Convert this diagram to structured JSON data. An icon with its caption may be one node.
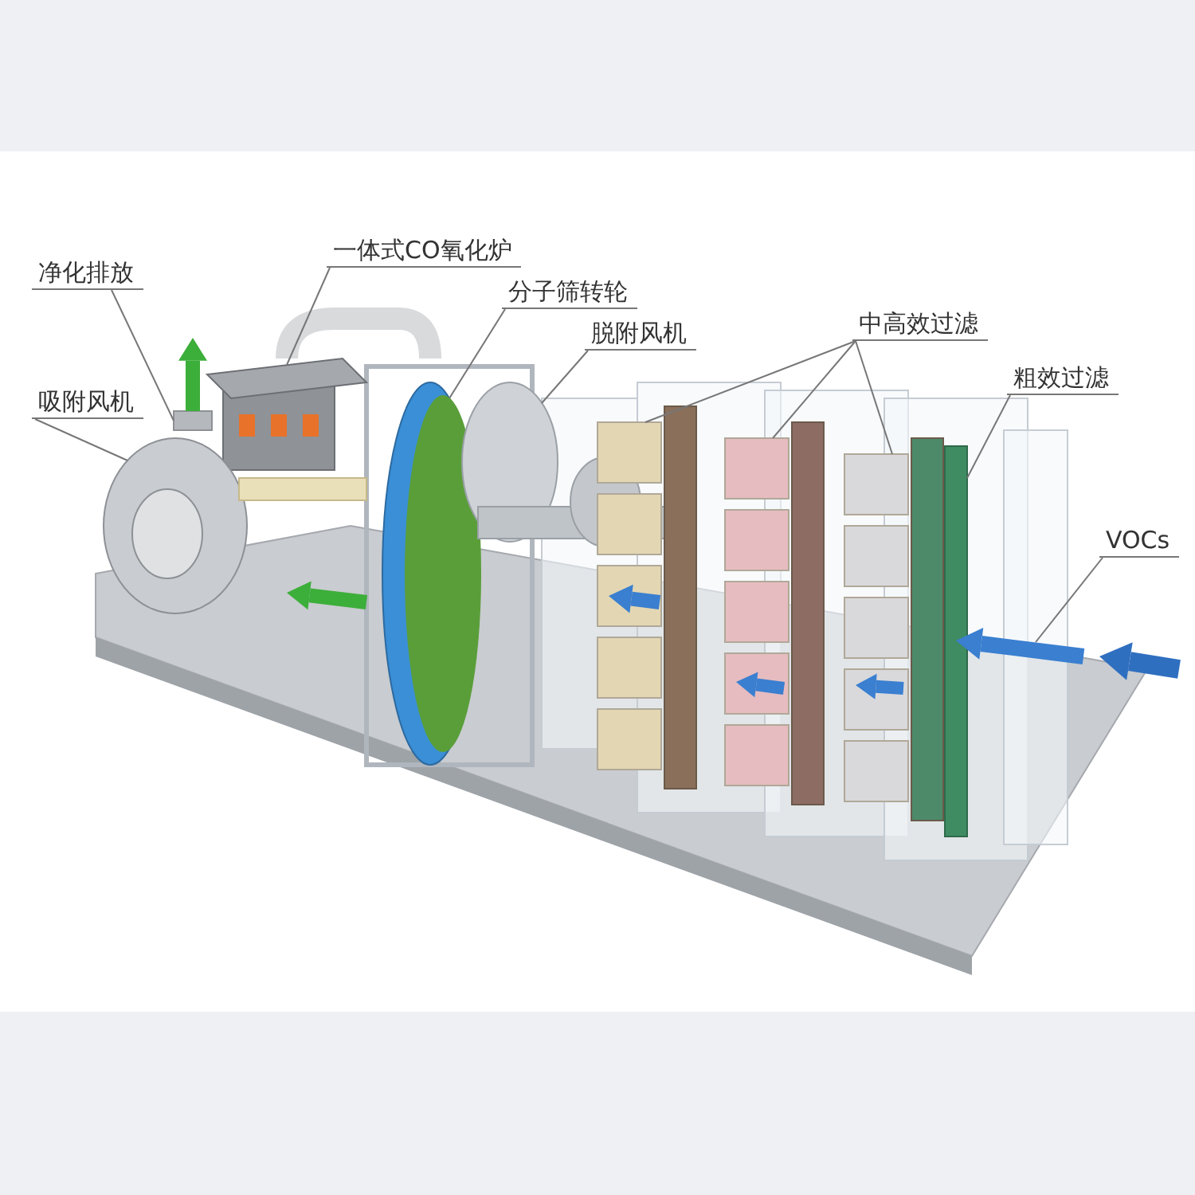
{
  "diagram": {
    "nodes": [
      {
        "text": [
          "净化排放"
        ]
      },
      {
        "text": [
          "一体式CO氧化炉"
        ]
      },
      {
        "text": [
          "分子筛转轮"
        ]
      },
      {
        "text": [
          "吸附风机"
        ]
      },
      {
        "text": [
          "脱附风机"
        ]
      },
      {
        "text": [
          "中高效过滤"
        ]
      },
      {
        "text": [
          "粗效过滤"
        ]
      },
      {
        "text": [
          "VOCs"
        ]
      },
      {
        "text": [],
        "shape": "picture"
      },
      {
        "text": [],
        "shape": "picture"
      },
      {
        "text": [],
        "shape": "picture"
      },
      {
        "text": [],
        "shape": "picture"
      },
      {
        "text": [],
        "shape": "picture"
      },
      {
        "text": [],
        "shape": "picture"
      },
      {
        "text": [],
        "shape": "picture"
      },
      {
        "text": [],
        "shape": "picture"
      },
      {
        "text": [],
        "shape": "box"
      },
      {
        "text": [],
        "shape": "picture"
      }
    ],
    "edges": [
      {
        "from": 0,
        "to": 8,
        "arrow": "none"
      },
      {
        "from": 1,
        "to": 9,
        "arrow": "none"
      },
      {
        "from": 2,
        "to": 10,
        "arrow": "none"
      },
      {
        "from": 3,
        "to": 11,
        "arrow": "none"
      },
      {
        "from": 4,
        "to": 12,
        "arrow": "none"
      },
      {
        "from": 5,
        "to": 13,
        "arrow": "none"
      },
      {
        "from": 5,
        "to": 14,
        "arrow": "none"
      },
      {
        "from": 5,
        "to": 15,
        "arrow": "none"
      },
      {
        "from": 6,
        "to": 16,
        "arrow": "none"
      },
      {
        "from": 7,
        "to": 17,
        "arrow": "none"
      }
    ]
  }
}
